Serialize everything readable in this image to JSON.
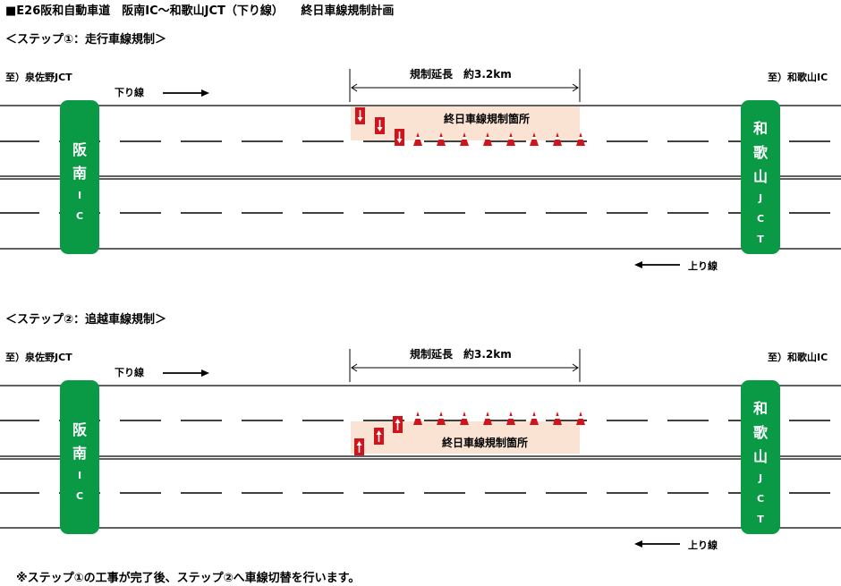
{
  "page_title": "■E26阪和自動車道　阪南IC～和歌山JCT（下り線）　　終日車線規制計画",
  "steps": [
    {
      "title": "＜ステップ①：走行車線規制＞",
      "left_dest": "至）泉佐野JCT",
      "right_dest": "至）和歌山IC",
      "down_label": "下り線",
      "up_label": "上り線",
      "length_label": "規制延長　約3.2km",
      "zone_label": "終日車線規制箇所",
      "left_ic": {
        "big": [
          "阪",
          "南"
        ],
        "small": [
          "I",
          "C"
        ]
      },
      "right_jct": {
        "big": [
          "和",
          "歌",
          "山"
        ],
        "small": [
          "J",
          "C",
          "T"
        ]
      }
    },
    {
      "title": "＜ステップ②：追越車線規制＞",
      "left_dest": "至）泉佐野JCT",
      "right_dest": "至）和歌山IC",
      "down_label": "下り線",
      "up_label": "上り線",
      "length_label": "規制延長　約3.2km",
      "zone_label": "終日車線規制箇所",
      "left_ic": {
        "big": [
          "阪",
          "南"
        ],
        "small": [
          "I",
          "C"
        ]
      },
      "right_jct": {
        "big": [
          "和",
          "歌",
          "山"
        ],
        "small": [
          "J",
          "C",
          "T"
        ]
      }
    }
  ],
  "footnote": "※ステップ①の工事が完了後、ステップ②へ車線切替を行います。",
  "colors": {
    "ic_green": "#0a9a46",
    "zone_fill": "#fbe3d3",
    "arrow_sign_red": "#d0141c",
    "cone_red": "#d0141c"
  }
}
